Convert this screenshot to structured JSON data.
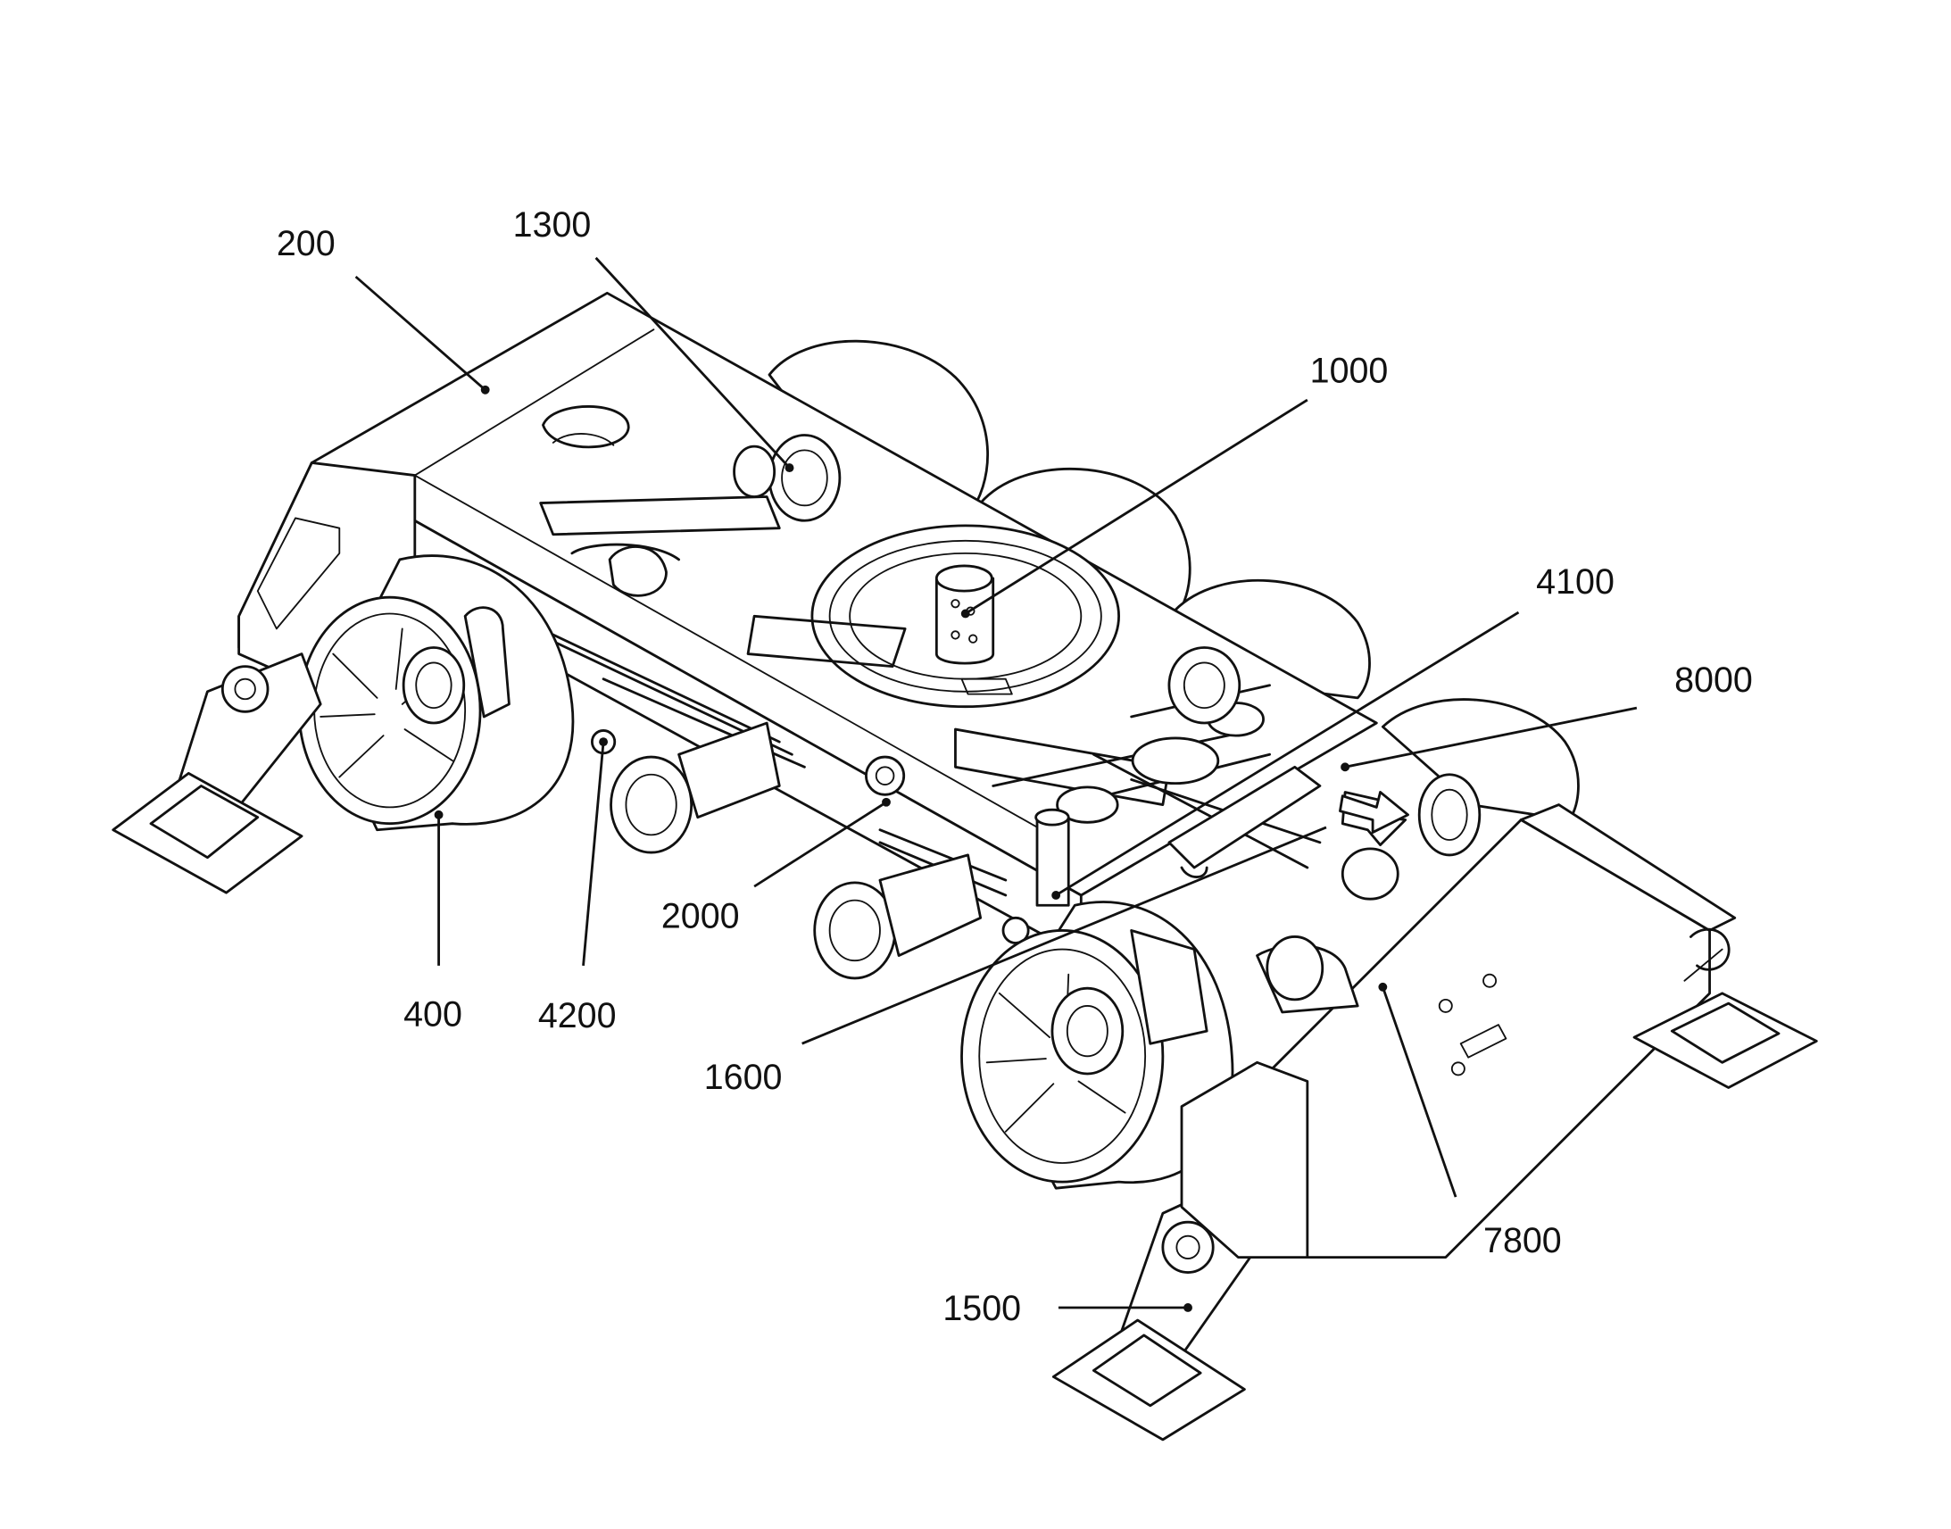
{
  "figure": {
    "labels": {
      "l200": "200",
      "l1300": "1300",
      "l1000": "1000",
      "l4100": "4100",
      "l8000": "8000",
      "l2000": "2000",
      "l400": "400",
      "l4200": "4200",
      "l1600": "1600",
      "l7800": "7800",
      "l1500": "1500"
    }
  }
}
